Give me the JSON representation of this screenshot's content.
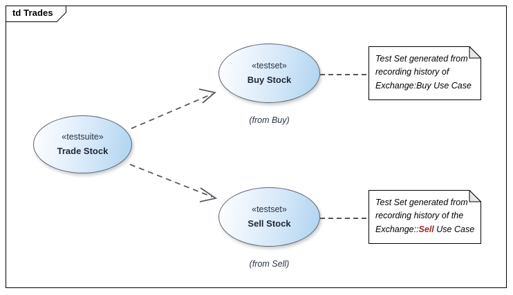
{
  "frame": {
    "title": "td Trades"
  },
  "nodes": [
    {
      "id": "trade-stock",
      "stereotype": "«testsuite»",
      "name": "Trade Stock",
      "from": ""
    },
    {
      "id": "buy-stock",
      "stereotype": "«testset»",
      "name": "Buy Stock",
      "from": "(from Buy)"
    },
    {
      "id": "sell-stock",
      "stereotype": "«testset»",
      "name": "Sell Stock",
      "from": "(from Sell)"
    }
  ],
  "notes": [
    {
      "id": "note-buy",
      "line1": "Test Set generated from",
      "line2": "recording history of",
      "line3_pre": "Exchange:Buy",
      "line3_hl": "",
      "line3_post": " Use Case"
    },
    {
      "id": "note-sell",
      "line1": "Test Set generated from",
      "line2": "recording history of the",
      "line3_pre": "Exchange::",
      "line3_hl": "Sell",
      "line3_post": " Use Case"
    }
  ],
  "connectors": [
    {
      "id": "trade-to-buy",
      "kind": "generalization-dashed-arrow"
    },
    {
      "id": "trade-to-sell",
      "kind": "generalization-dashed-arrow"
    },
    {
      "id": "buy-to-note",
      "kind": "note-anchor-dashed"
    },
    {
      "id": "sell-to-note",
      "kind": "note-anchor-dashed"
    }
  ],
  "colors": {
    "frame_border": "#000000",
    "ellipse_border": "#5b6370",
    "ellipse_fill_light": "#ffffff",
    "ellipse_fill_dark": "#aed3f0",
    "text": "#1f2733",
    "connector": "#555b63",
    "highlight": "#9c2a2a",
    "note_fold": "#e8e8e8"
  }
}
